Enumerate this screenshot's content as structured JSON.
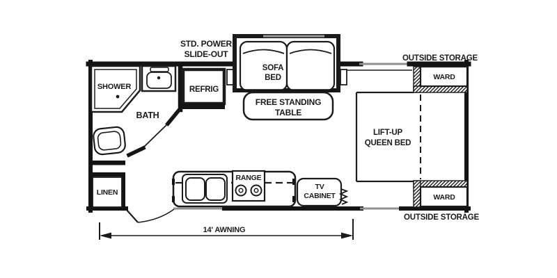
{
  "floorplan": {
    "slideout": {
      "line1": "STD. POWER",
      "line2": "SLIDE-OUT"
    },
    "sofa_bed": {
      "line1": "SOFA",
      "line2": "BED"
    },
    "table": {
      "line1": "FREE STANDING",
      "line2": "TABLE"
    },
    "storage_top": "OUTSIDE STORAGE",
    "storage_bottom": "OUTSIDE STORAGE",
    "ward_top": "WARD",
    "ward_bottom": "WARD",
    "queen_bed": {
      "line1": "LIFT-UP",
      "line2": "QUEEN BED"
    },
    "shower": "SHOWER",
    "bath": "BATH",
    "refrig": "REFRIG",
    "linen": "LINEN",
    "range": "RANGE",
    "tv_cabinet": {
      "line1": "TV",
      "line2": "CABINET"
    },
    "awning": "14' AWNING",
    "colors": {
      "line": "#1a1a1a",
      "window_marker": "#909090",
      "background": "#ffffff"
    }
  }
}
